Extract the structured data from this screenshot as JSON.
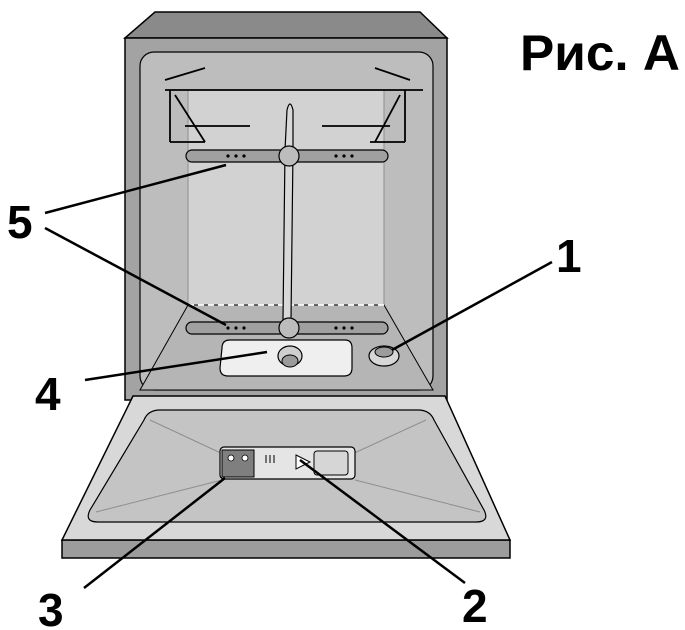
{
  "figure": {
    "title": "Рис. A"
  },
  "callouts": [
    {
      "id": "1",
      "label": "1"
    },
    {
      "id": "2",
      "label": "2"
    },
    {
      "id": "3",
      "label": "3"
    },
    {
      "id": "4",
      "label": "4"
    },
    {
      "id": "5",
      "label": "5"
    }
  ],
  "colors": {
    "outline": "#000000",
    "cabinet_top": "#8a8a8a",
    "cabinet_side": "#a3a3a3",
    "interior_back": "#cfcfcf",
    "interior_wall": "#bdbdbd",
    "floor": "#b3b3b3",
    "door_rim": "#d8d8d8",
    "door_inner": "#c4c4c4",
    "door_front": "#9c9c9c",
    "filter_area": "#efefef"
  }
}
